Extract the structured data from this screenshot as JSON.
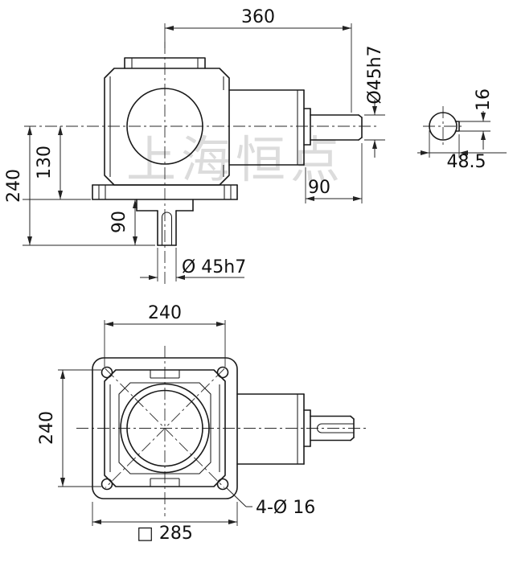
{
  "watermark": "上海恒点",
  "colors": {
    "line": "#1a1a1a",
    "dimension": "#232323",
    "watermark": "#dcdcdc",
    "background": "#ffffff"
  },
  "front_view": {
    "dims": {
      "overall_width": "360",
      "input_shaft_dia": "Ø45h7",
      "key_width": "16",
      "key_height": "48.5",
      "center_to_flange": "130",
      "center_to_shaft_end": "240",
      "output_shaft_len": "90",
      "input_shaft_len": "90",
      "output_shaft_dia": "Ø 45h7"
    }
  },
  "plan_view": {
    "dims": {
      "body_width": "240",
      "body_depth": "240",
      "bolt_holes": "4-Ø 16",
      "flange_square": "□ 285"
    }
  }
}
